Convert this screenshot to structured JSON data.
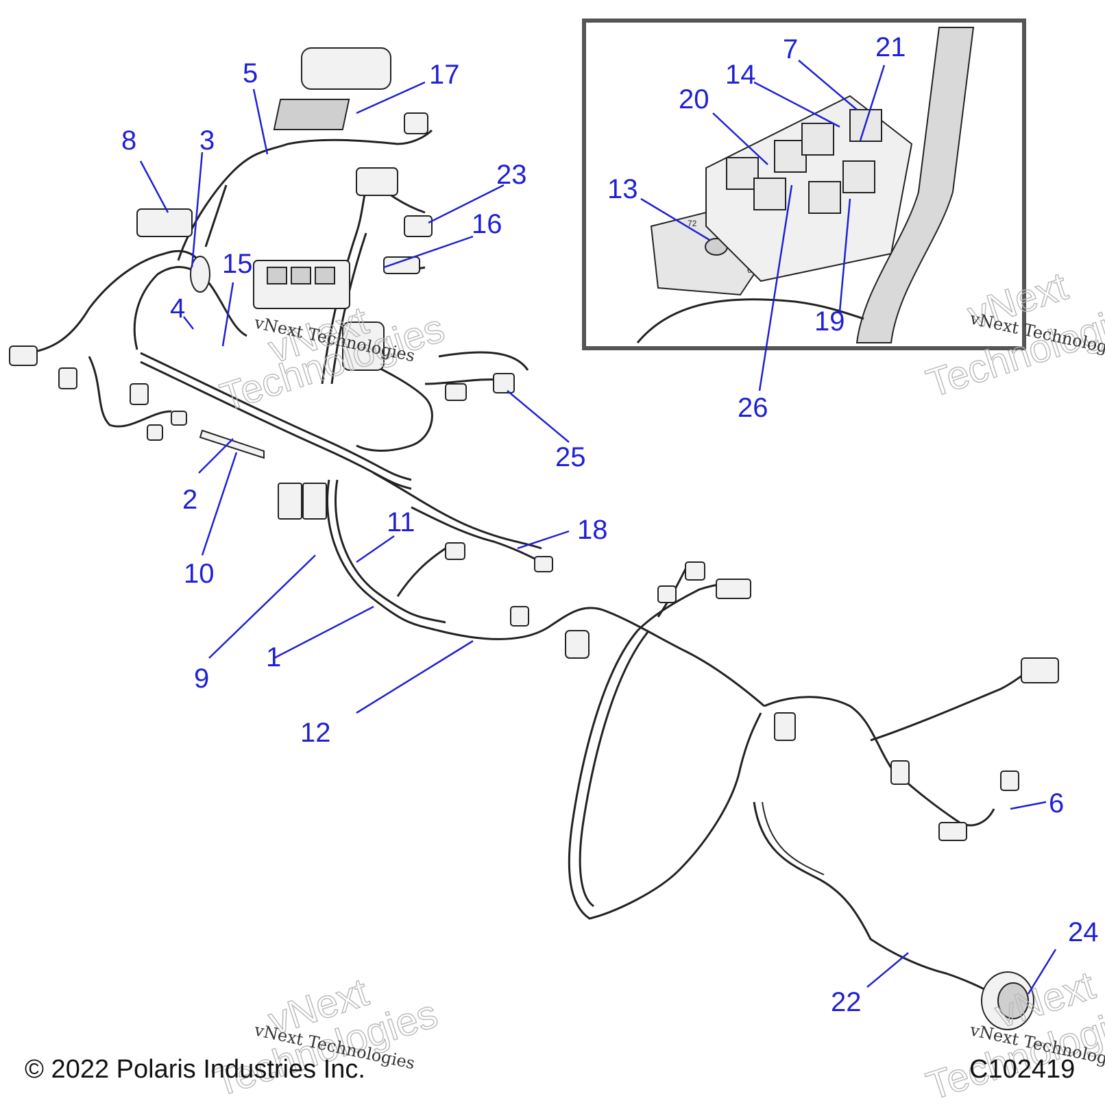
{
  "callouts": [
    {
      "id": "c1",
      "label": "1"
    },
    {
      "id": "c2",
      "label": "2"
    },
    {
      "id": "c3",
      "label": "3"
    },
    {
      "id": "c4",
      "label": "4"
    },
    {
      "id": "c5",
      "label": "5"
    },
    {
      "id": "c6",
      "label": "6"
    },
    {
      "id": "c7",
      "label": "7"
    },
    {
      "id": "c8",
      "label": "8"
    },
    {
      "id": "c9",
      "label": "9"
    },
    {
      "id": "c10",
      "label": "10"
    },
    {
      "id": "c11",
      "label": "11"
    },
    {
      "id": "c12",
      "label": "12"
    },
    {
      "id": "c13",
      "label": "13"
    },
    {
      "id": "c14",
      "label": "14"
    },
    {
      "id": "c15",
      "label": "15"
    },
    {
      "id": "c16",
      "label": "16"
    },
    {
      "id": "c17",
      "label": "17"
    },
    {
      "id": "c18",
      "label": "18"
    },
    {
      "id": "c19",
      "label": "19"
    },
    {
      "id": "c20",
      "label": "20"
    },
    {
      "id": "c21",
      "label": "21"
    },
    {
      "id": "c22",
      "label": "22"
    },
    {
      "id": "c23",
      "label": "23"
    },
    {
      "id": "c24",
      "label": "24"
    },
    {
      "id": "c25",
      "label": "25"
    },
    {
      "id": "c26",
      "label": "26"
    }
  ],
  "inset_labels": {
    "left": "72",
    "right": "67"
  },
  "watermark": {
    "line1": "vNext Technologies",
    "line2a": "vNext",
    "line2b": "Technologies"
  },
  "copyright": "© 2022 Polaris Industries Inc.",
  "figure_code": "C102419",
  "colors": {
    "callout": "#1f1fd6",
    "line": "#222222"
  }
}
